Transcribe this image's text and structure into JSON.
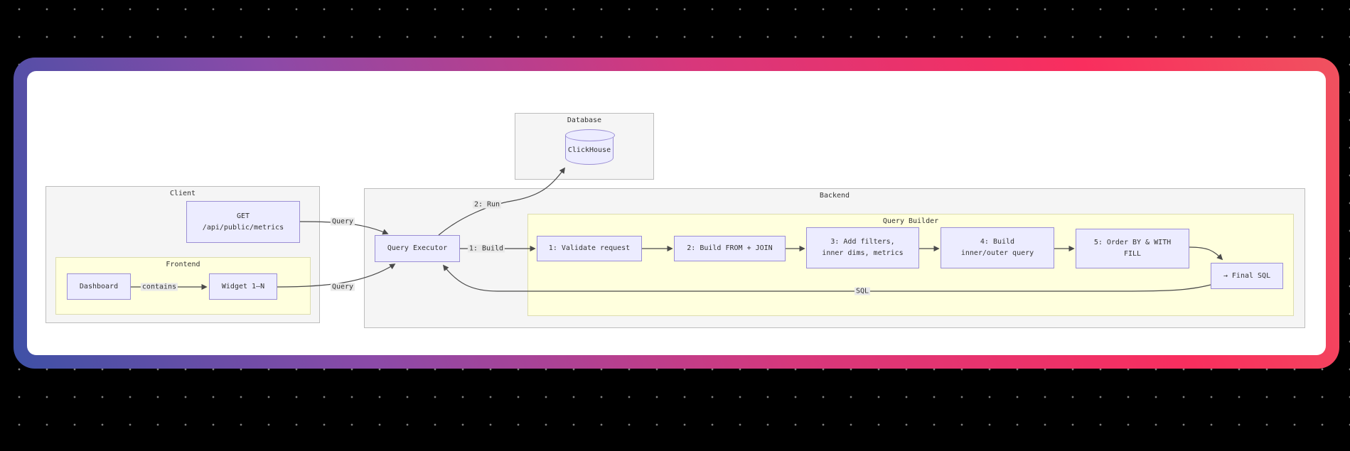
{
  "diagram": {
    "subgraphs": {
      "database": {
        "title": "Database"
      },
      "client": {
        "title": "Client"
      },
      "frontend": {
        "title": "Frontend"
      },
      "backend": {
        "title": "Backend"
      },
      "query_builder": {
        "title": "Query Builder"
      }
    },
    "nodes": {
      "clickhouse": {
        "label": "ClickHouse"
      },
      "get_endpoint": {
        "line1": "GET",
        "line2": "/api/public/metrics"
      },
      "dashboard": {
        "label": "Dashboard"
      },
      "widget": {
        "label": "Widget 1–N"
      },
      "query_executor": {
        "label": "Query Executor"
      },
      "step_1": {
        "label": "1: Validate request"
      },
      "step_2": {
        "label": "2: Build FROM + JOIN"
      },
      "step_3": {
        "line1": "3: Add filters,",
        "line2": "inner dims, metrics"
      },
      "step_4": {
        "line1": "4: Build",
        "line2": "inner/outer query"
      },
      "step_5": {
        "line1": "5: Order BY & WITH",
        "line2": "FILL"
      },
      "final_sql": {
        "label": "→ Final SQL"
      }
    },
    "edge_labels": {
      "contains": "contains",
      "query_from_get": "Query",
      "query_from_widget": "Query",
      "run": "2: Run",
      "build": "1: Build",
      "sql": "SQL"
    },
    "colors": {
      "background": "#000000",
      "dot": "#7f7f7f",
      "card": "#ffffff",
      "frame_gradient": [
        "#3e51a6",
        "#8b4aa8",
        "#d8377b",
        "#f92e5e",
        "#ee5560"
      ],
      "node_fill": "#ececff",
      "node_border": "#9b8fd4",
      "cluster_fill": "#f5f5f5",
      "cluster_alt_fill": "#ffffde",
      "edge": "#4a4a4a",
      "label_bg": "#e9e9e9",
      "text": "#333333"
    }
  }
}
